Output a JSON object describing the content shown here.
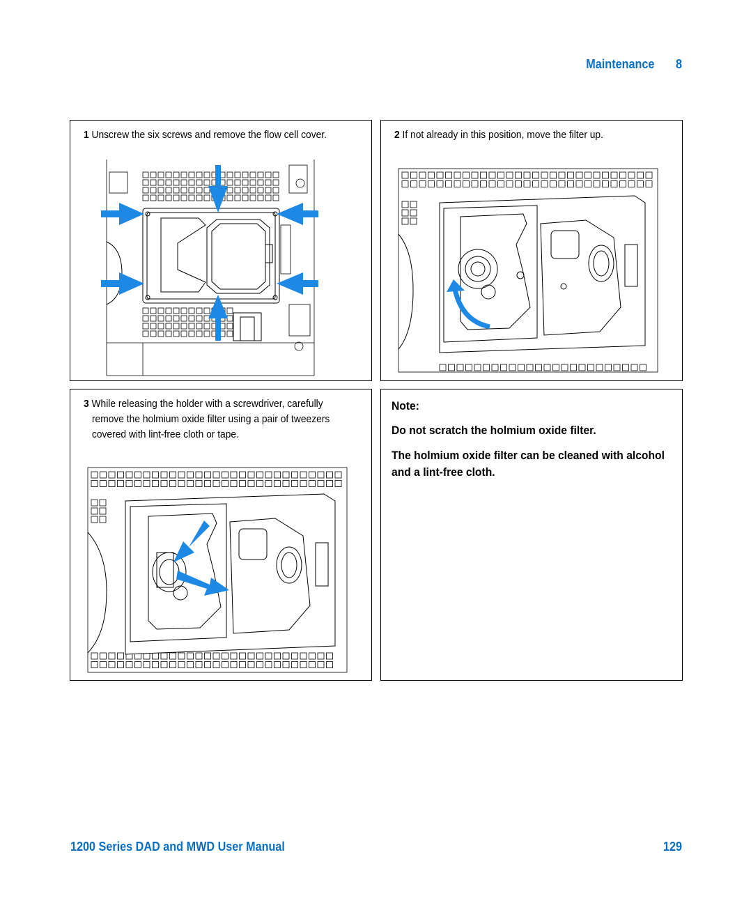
{
  "header": {
    "section": "Maintenance",
    "chapter": "8"
  },
  "footer": {
    "title": "1200 Series DAD and MWD User Manual",
    "page": "129"
  },
  "steps": [
    {
      "num": "1",
      "text": "Unscrew the six screws and remove the flow cell cover."
    },
    {
      "num": "2",
      "text": "If not already in this position, move the filter up."
    },
    {
      "num": "3",
      "line1": "While releasing the holder with a screwdriver, carefully",
      "line2": "remove the holmium oxide filter using a pair of tweezers",
      "line3": "covered with lint-free cloth or tape."
    }
  ],
  "note": {
    "label": "Note:",
    "line1": "Do not scratch the holmium oxide filter.",
    "line2": "The holmium oxide filter can be cleaned with alcohol and a lint-free cloth."
  },
  "colors": {
    "accent": "#0a6fc2",
    "arrow": "#1e88e5"
  }
}
